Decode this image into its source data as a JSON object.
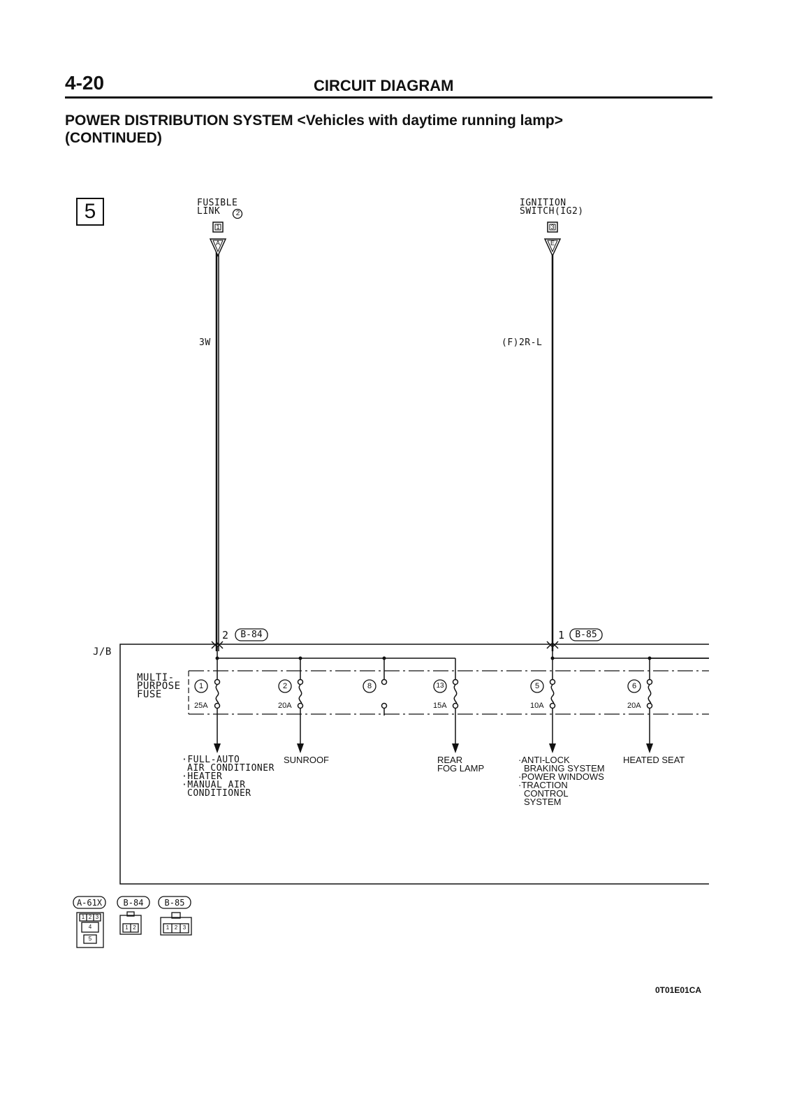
{
  "header": {
    "page_number": "4-20",
    "section": "CIRCUIT DIAGRAM",
    "title_line1": "POWER DISTRIBUTION SYSTEM <Vehicles with daytime running lamp>",
    "title_line2": "(CONTINUED)"
  },
  "diagram": {
    "section_box": "5",
    "sources": [
      {
        "label1": "FUSIBLE",
        "label2": "LINK",
        "link_no": "2",
        "pin": "1",
        "connector_letter": "A",
        "wire": "3W",
        "jb_pin": "2",
        "jb_connector": "B-84"
      },
      {
        "label1": "IGNITION",
        "label2": "SWITCH(IG2)",
        "pin": "3",
        "connector_letter": "E",
        "wire": "(F)2R-L",
        "jb_pin": "1",
        "jb_connector": "B-85"
      }
    ],
    "jb_label": "J/B",
    "fuse_block_label": [
      "MULTI-",
      "PURPOSE",
      "FUSE"
    ],
    "fuses": [
      {
        "no": "1",
        "amps": "25A"
      },
      {
        "no": "2",
        "amps": "20A"
      },
      {
        "no": "8",
        "amps": ""
      },
      {
        "no": "13",
        "amps": "15A"
      },
      {
        "no": "5",
        "amps": "10A"
      },
      {
        "no": "6",
        "amps": "20A"
      }
    ],
    "loads": {
      "fuse1": [
        "·FULL-AUTO",
        "AIR CONDITIONER",
        "·HEATER",
        "·MANUAL AIR",
        "CONDITIONER"
      ],
      "fuse2": [
        "SUNROOF"
      ],
      "fuse13": [
        "REAR",
        "FOG LAMP"
      ],
      "fuse5": [
        "·ANTI-LOCK",
        "BRAKING SYSTEM",
        "·POWER WINDOWS",
        "·TRACTION",
        "CONTROL",
        "SYSTEM"
      ],
      "fuse6": [
        "HEATED SEAT"
      ]
    },
    "connector_views": [
      {
        "id": "A-61X",
        "pins": [
          "1",
          "2",
          "3",
          "4",
          "5"
        ]
      },
      {
        "id": "B-84",
        "pins": [
          "1",
          "2"
        ]
      },
      {
        "id": "B-85",
        "pins": [
          "1",
          "2",
          "3"
        ]
      }
    ],
    "figure_code": "0T01E01CA"
  }
}
